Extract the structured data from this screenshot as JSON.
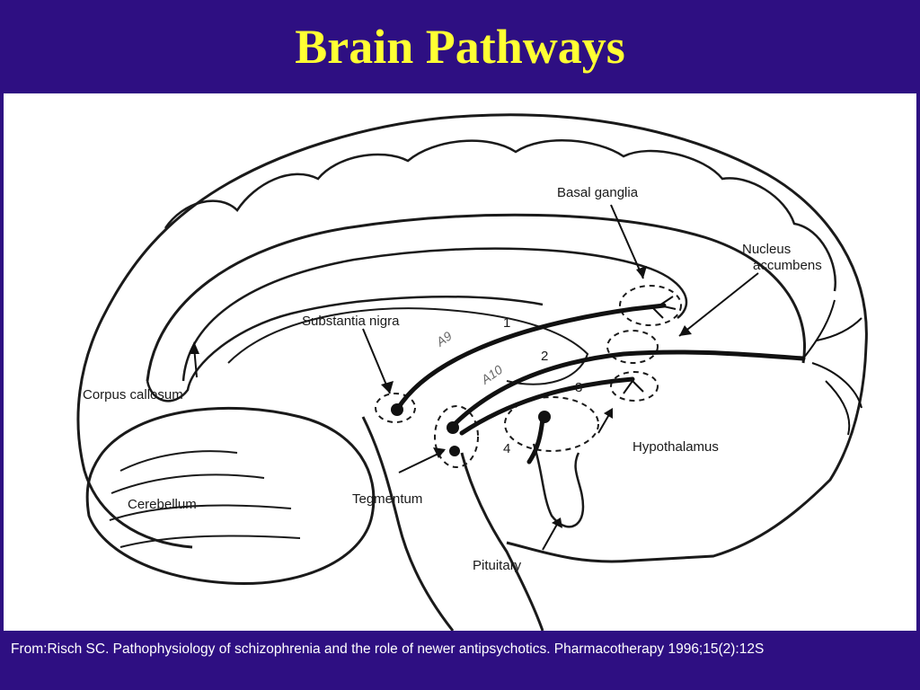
{
  "slide": {
    "title": "Brain Pathways",
    "citation": "From:Risch SC. Pathophysiology of schizophrenia and the role of newer antipsychotics. Pharmacotherapy 1996;15(2):12S"
  },
  "diagram": {
    "labels": {
      "basal_ganglia": "Basal ganglia",
      "nucleus_accumbens_line1": "Nucleus",
      "nucleus_accumbens_line2": "accumbens",
      "substantia_nigra": "Substantia nigra",
      "corpus_callosum": "Corpus callosum",
      "cerebellum": "Cerebellum",
      "tegmentum": "Tegmentum",
      "hypothalamus": "Hypothalamus",
      "pituitary": "Pituitary"
    },
    "pathway_numbers": [
      "1",
      "2",
      "3",
      "4"
    ],
    "handwritten": {
      "a9": "A9",
      "a10": "A10"
    }
  },
  "colors": {
    "background": "#2e0f82",
    "title": "#ffff33",
    "citation": "#ffffff",
    "figure_bg": "#ffffff",
    "ink": "#1a1a1a"
  }
}
